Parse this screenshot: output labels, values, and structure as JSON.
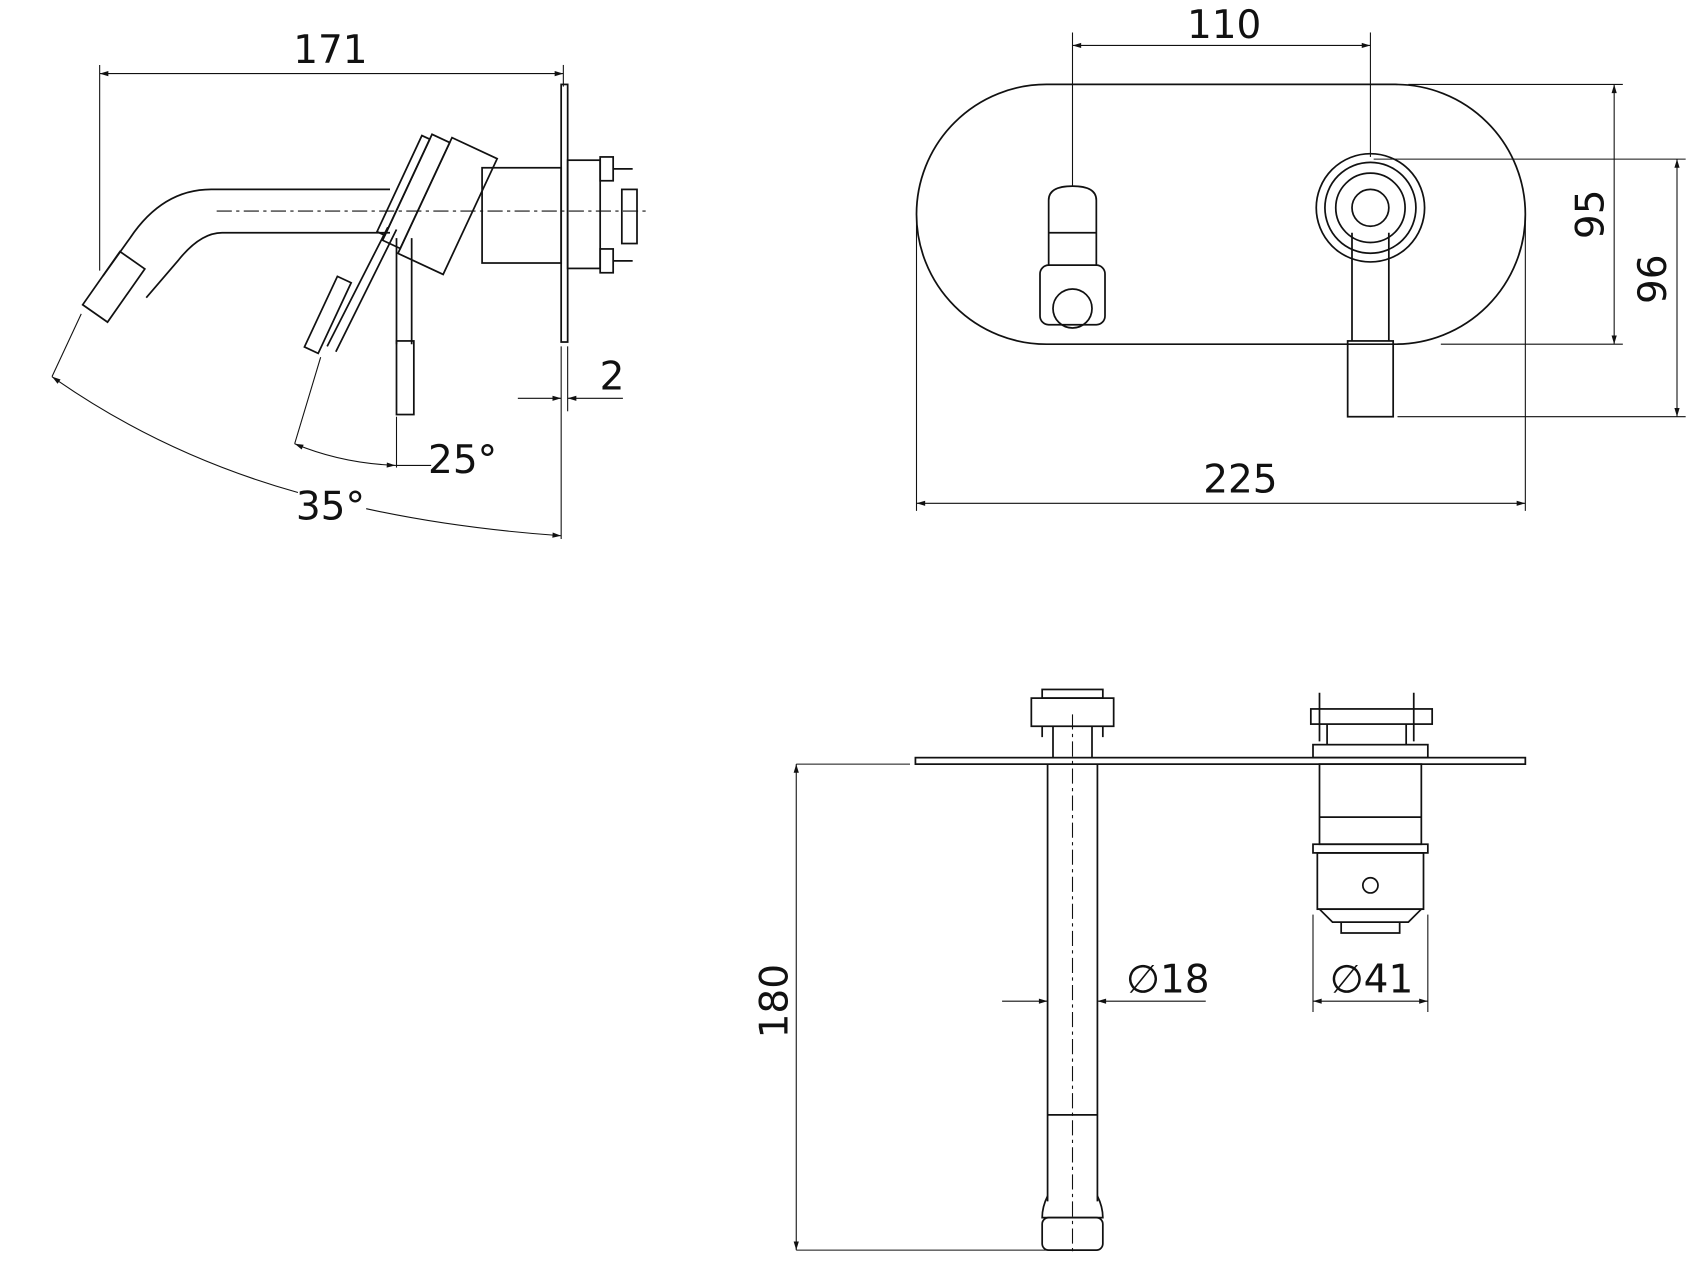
{
  "views": {
    "side": {
      "dims": {
        "projection": "171",
        "plate_thickness": "2",
        "lever_angle": "25°",
        "spout_angle": "35°"
      }
    },
    "front": {
      "dims": {
        "centers": "110",
        "plate_width": "225",
        "plate_height": "95",
        "overall_height": "96"
      }
    },
    "top": {
      "dims": {
        "depth": "180",
        "spout_diameter": "∅18",
        "handle_diameter": "∅41"
      }
    }
  },
  "colors": {
    "line": "#111111",
    "background": "#ffffff"
  }
}
